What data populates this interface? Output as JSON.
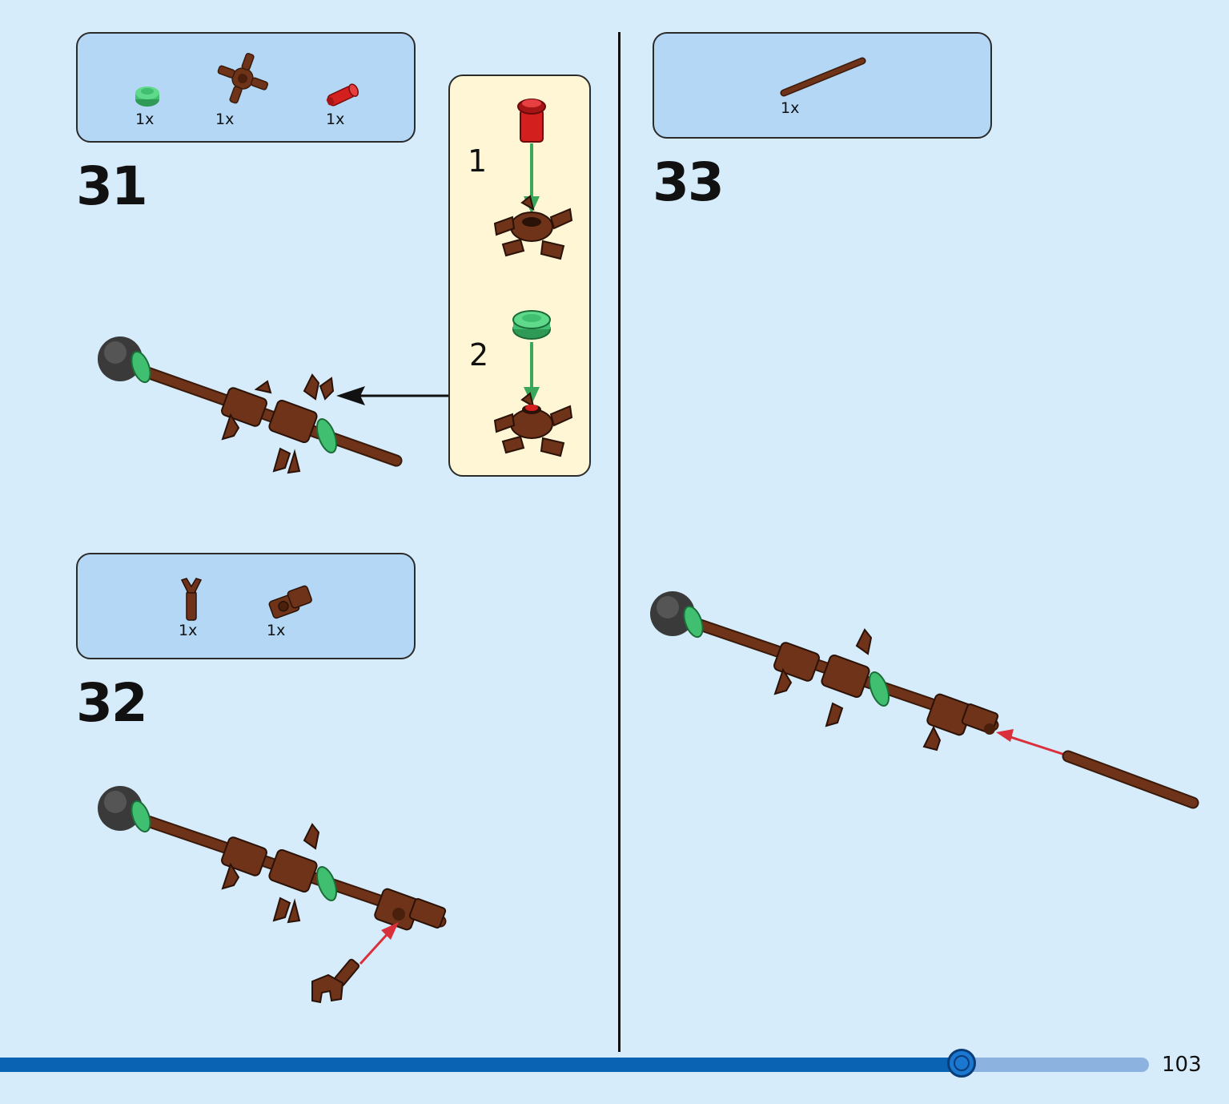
{
  "steps": [
    {
      "number": "31",
      "parts": [
        {
          "qty": "1x",
          "icon": "green-round-plate-icon"
        },
        {
          "qty": "1x",
          "icon": "brown-branch-piece-icon"
        },
        {
          "qty": "1x",
          "icon": "red-pin-icon"
        }
      ],
      "callout": {
        "substeps": [
          "1",
          "2"
        ]
      }
    },
    {
      "number": "32",
      "parts": [
        {
          "qty": "1x",
          "icon": "brown-clip-icon"
        },
        {
          "qty": "1x",
          "icon": "brown-connector-icon"
        }
      ]
    },
    {
      "number": "33",
      "parts": [
        {
          "qty": "1x",
          "icon": "brown-rod-icon"
        }
      ]
    }
  ],
  "progress": {
    "fraction": 0.837
  },
  "page_number": "103",
  "colors": {
    "background": "#d6ecfb",
    "parts_box": "#b3d7f4",
    "callout": "#fff6d6",
    "brown": "#6e3318",
    "green": "#3fbf6f",
    "red": "#d41f1f",
    "arrow_red": "#d9303c",
    "arrow_green": "#3aa85a",
    "progress": "#0a63b3"
  }
}
